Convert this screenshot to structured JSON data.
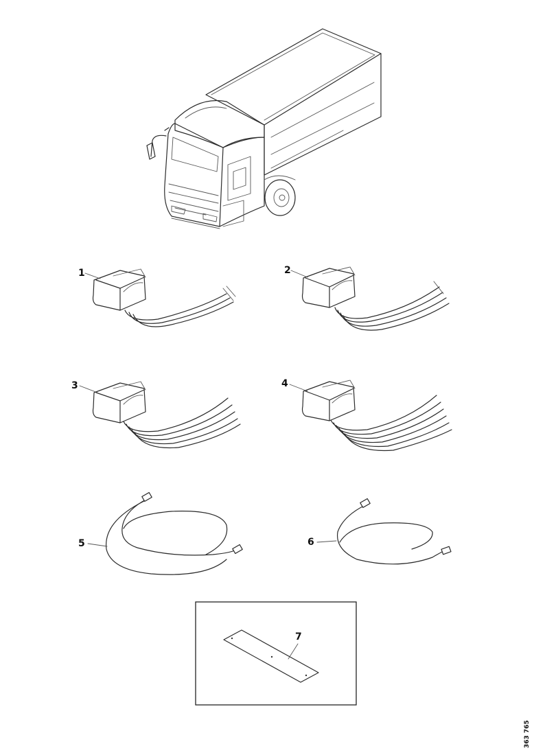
{
  "callouts": {
    "p1": "1",
    "p2": "2",
    "p3": "3",
    "p4": "4",
    "p5": "5",
    "p6": "6",
    "p7": "7"
  },
  "drawing_code": "363 765"
}
